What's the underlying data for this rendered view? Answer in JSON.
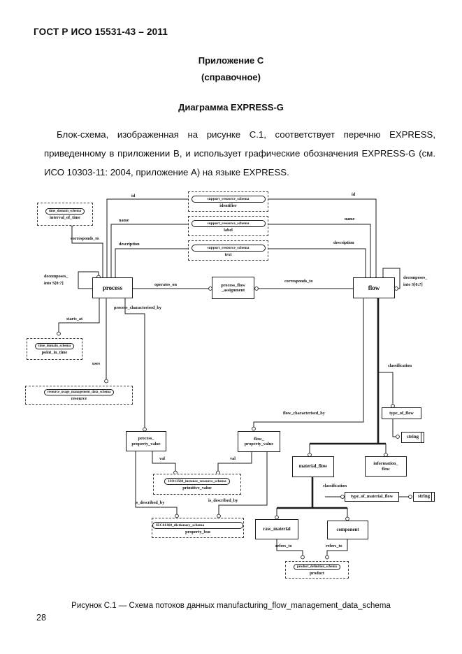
{
  "page": {
    "header": "ГОСТ Р ИСО 15531-43 – 2011",
    "appendix_title": "Приложение С",
    "appendix_note": "(справочное)",
    "section_title": "Диаграмма EXPRESS-G",
    "paragraph": "Блок-схема, изображенная на рисунке С.1, соответствует перечню EXPRESS, приведенному в приложении В, и использует графические обозначения EXPRESS-G (см. ИСО 10303-11: 2004, приложение А) на языке EXPRESS.",
    "caption": "Рисунок С.1 — Схема потоков данных manufacturing_flow_management_data_schema",
    "page_number": "28"
  },
  "diagram": {
    "entities": {
      "process": "process",
      "process_flow_assignment_l1": "process_flow",
      "process_flow_assignment_l2": "_assignment",
      "flow": "flow",
      "process_property_value_l1": "process_",
      "process_property_value_l2": "property_value",
      "flow_property_value_l1": "flow_",
      "flow_property_value_l2": "property_value",
      "type_of_flow": "type_of_flow",
      "string_upper": "string",
      "material_flow": "material_flow",
      "information_flow_l1": "information_",
      "information_flow_l2": "flow",
      "type_of_material_flow": "type_of_material_flow",
      "string_lower": "string",
      "raw_material": "raw_material",
      "component": "component"
    },
    "schema_refs": {
      "interval_of_time_schema": "time_domain_schema",
      "interval_of_time": "interval_of_time",
      "identifier_schema": "support_resource_schema",
      "identifier": "identifier",
      "label_schema": "support_resource_schema",
      "label": "label",
      "text_schema": "support_resource_schema",
      "text": "text",
      "point_in_time_schema": "time_domain_schema",
      "point_in_time": "point_in_time",
      "resource_schema": "resource_usage_management_data_schema",
      "resource": "resource",
      "primitive_value_schema": "ISO13584_instance_resource_schema",
      "primitive_value": "primitive_value",
      "property_bsu_schema": "IEC61360_dictionary_schema",
      "property_bsu": "property_bsu",
      "product_schema": "product_definition_schema",
      "product": "product"
    },
    "edge_labels": {
      "id_left": "id",
      "name_left": "name",
      "description_left": "description",
      "corresponds_to_left": "corresponds_to",
      "decomposes_left_l1": "decomposes_",
      "decomposes_left_l2": "into S[0:?]",
      "operates_on": "operates_on",
      "corresponds_to_right": "corresponds_to",
      "id_right": "id",
      "name_right": "name",
      "description_right": "description",
      "decomposes_right_l1": "decomposes_",
      "decomposes_right_l2": "into S[0:?]",
      "process_characterised_by": "process_characterised_by",
      "starts_at": "starts_at",
      "uses": "uses",
      "flow_characterised_by": "flow_characterised_by",
      "classification_flow": "classification",
      "val_left": "val",
      "val_right": "val",
      "is_described_by_left": "is_described_by",
      "is_described_by_right": "is_described_by",
      "classification_material": "classification",
      "refers_to_left": "refers_to",
      "refers_to_right": "refers_to"
    }
  }
}
